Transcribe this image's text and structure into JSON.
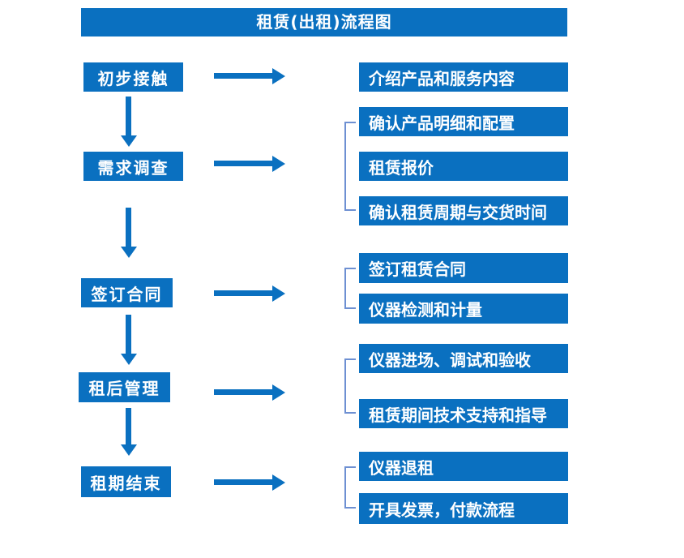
{
  "title": "租赁(出租)流程图",
  "colors": {
    "primary_blue": "#0a70c0",
    "bracket_blue": "#6e90d2",
    "box_text": "#ffffff",
    "background": "#ffffff"
  },
  "stages": [
    {
      "label": "初步接触",
      "outputs": [
        "介绍产品和服务内容"
      ]
    },
    {
      "label": "需求调查",
      "outputs": [
        "确认产品明细和配置",
        "租赁报价",
        "确认租赁周期与交货时间"
      ]
    },
    {
      "label": "签订合同",
      "outputs": [
        "签订租赁合同",
        "仪器检测和计量"
      ]
    },
    {
      "label": "租后管理",
      "outputs": [
        "仪器进场、调试和验收",
        "租赁期间技术支持和指导"
      ]
    },
    {
      "label": "租期结束",
      "outputs": [
        "仪器退租",
        "开具发票，付款流程"
      ]
    }
  ]
}
